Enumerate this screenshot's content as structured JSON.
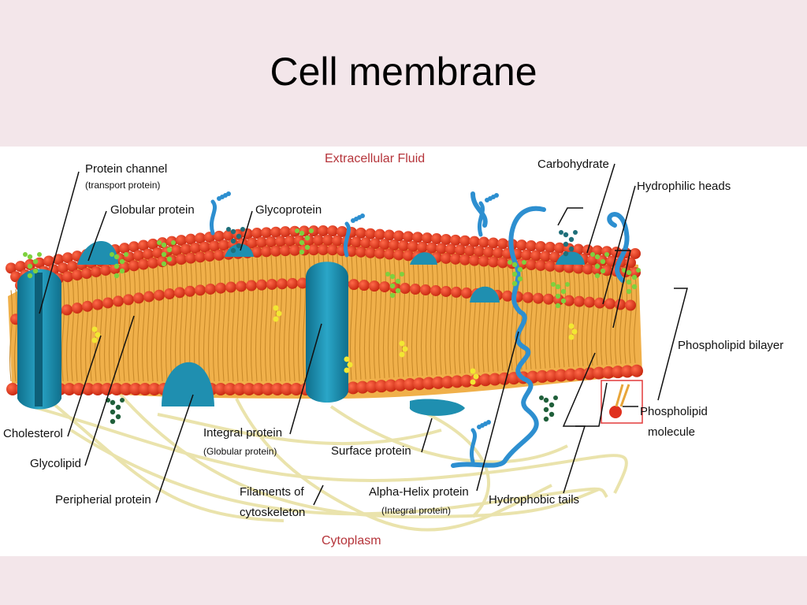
{
  "slide": {
    "title": "Cell membrane"
  },
  "diagram": {
    "regions": {
      "top": "Extracellular Fluid",
      "bottom": "Cytoplasm"
    },
    "labels": {
      "protein_channel": "Protein channel",
      "protein_channel_sub": "(transport protein)",
      "globular_protein": "Globular protein",
      "glycoprotein": "Glycoprotein",
      "carbohydrate": "Carbohydrate",
      "hydrophilic_heads": "Hydrophilic heads",
      "phospholipid_bilayer": "Phospholipid bilayer",
      "phospholipid_molecule_1": "Phospholipid",
      "phospholipid_molecule_2": "molecule",
      "cholesterol": "Cholesterol",
      "glycolipid": "Glycolipid",
      "peripheral_protein": "Peripherial protein",
      "integral_protein": "Integral protein",
      "integral_protein_sub": "(Globular protein)",
      "surface_protein": "Surface protein",
      "filaments_1": "Filaments of",
      "filaments_2": "cytoskeleton",
      "alpha_helix": "Alpha-Helix protein",
      "alpha_helix_sub": "(Integral protein)",
      "hydrophobic_tails": "Hydrophobic tails"
    }
  },
  "colors": {
    "head": "#e0301e",
    "head_dark": "#b52414",
    "tail": "#e8a53a",
    "protein": "#1f8fb0",
    "protein_dark": "#126f8a",
    "helix": "#2d8fd0",
    "carb_green": "#7ed13e",
    "cholesterol": "#f2e733",
    "filament": "#efe9b8"
  }
}
